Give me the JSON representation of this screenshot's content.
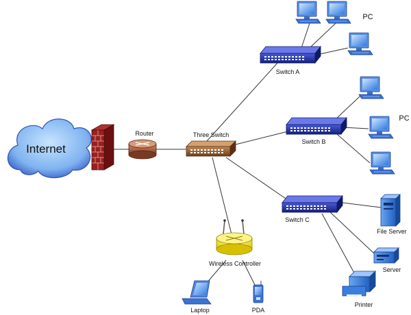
{
  "diagram": {
    "internet": "Internet",
    "router": "Router",
    "three_switch": "Three Switch",
    "switch_a": "Switch A",
    "switch_b": "Switch B",
    "switch_c": "Switch C",
    "pc_label_top": "PC",
    "pc_label_mid": "PC",
    "wireless_controller": "Wireless Controller",
    "laptop": "Laptop",
    "pda": "PDA",
    "file_server": "File Server",
    "server": "Server",
    "printer": "Printer"
  },
  "colors": {
    "cloud": "#3a5fc8",
    "firewall": "#8b1a1a",
    "router": "#a0522d",
    "core_switch": "#8b5a2b",
    "access_switch": "#1f2fa8",
    "pc": "#2b6fd6",
    "wireless": "#f2e23a",
    "links": "#333333"
  }
}
